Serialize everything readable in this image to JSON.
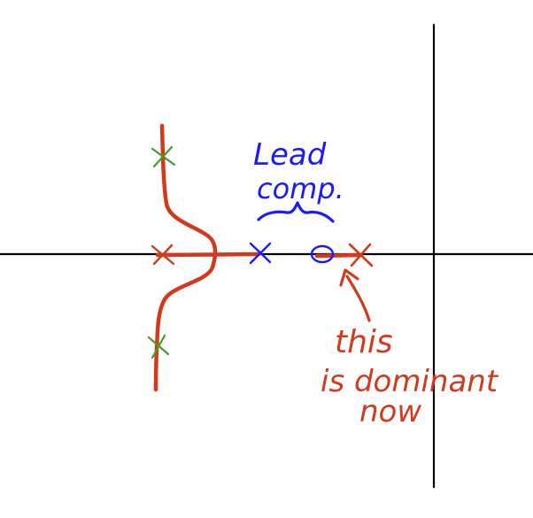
{
  "colors": {
    "axes": "#000000",
    "locus": "#d23a1e",
    "compensator": "#1a1aff",
    "original_poles": "#4a9a2a"
  },
  "annotations": {
    "lead_line1": "Lead",
    "lead_line2": "comp.",
    "note_line1": "this",
    "note_line2": "is dominant",
    "note_line3": "now"
  },
  "markers": {
    "zero_symbol": "o",
    "pole_symbol": "×"
  }
}
